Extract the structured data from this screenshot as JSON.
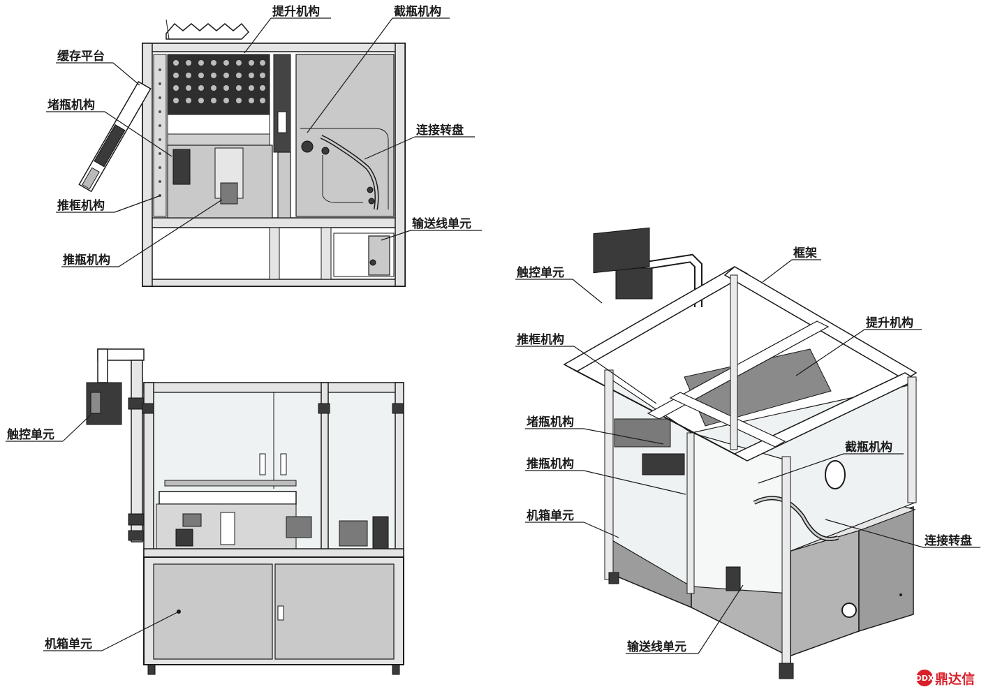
{
  "top_view": {
    "labels": {
      "lift": "提升机构",
      "cap": "截瓶机构",
      "buffer": "缓存平台",
      "stop": "堵瓶机构",
      "turntable": "连接转盘",
      "push_frame": "推框机构",
      "conveyor": "输送线单元",
      "push_bottle": "推瓶机构"
    }
  },
  "front_view": {
    "labels": {
      "touch": "触控单元",
      "cabinet": "机箱单元"
    }
  },
  "iso_view": {
    "labels": {
      "frame": "框架",
      "touch": "触控单元",
      "lift": "提升机构",
      "push_frame": "推框机构",
      "stop": "堵瓶机构",
      "cap": "截瓶机构",
      "push_bottle": "推瓶机构",
      "cabinet": "机箱单元",
      "turntable": "连接转盘",
      "conveyor": "输送线单元"
    }
  },
  "watermark": {
    "text": "鼎达信",
    "mark": "DDX",
    "color": "#d9202a"
  }
}
